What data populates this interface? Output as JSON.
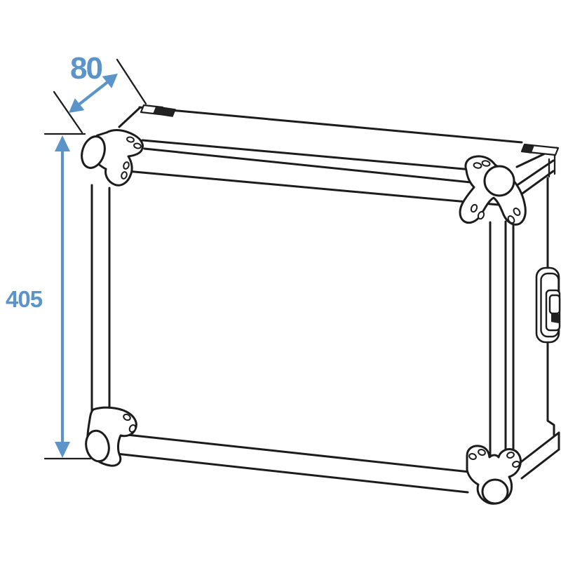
{
  "diagram": {
    "subject": "flight-case-dimension-drawing",
    "dimensions": {
      "depth": {
        "label": "80",
        "orientation": "diagonal"
      },
      "height": {
        "label": "405",
        "orientation": "vertical"
      }
    },
    "colors": {
      "dimension_accent": "#5b94c9",
      "outline": "#1c1c1c",
      "background": "#ffffff",
      "latch_fill": "#222222"
    },
    "icons": {
      "corner_protector": "ball-corner-icon",
      "handle": "recessed-handle-icon",
      "latch": "lid-latch-icon"
    }
  }
}
